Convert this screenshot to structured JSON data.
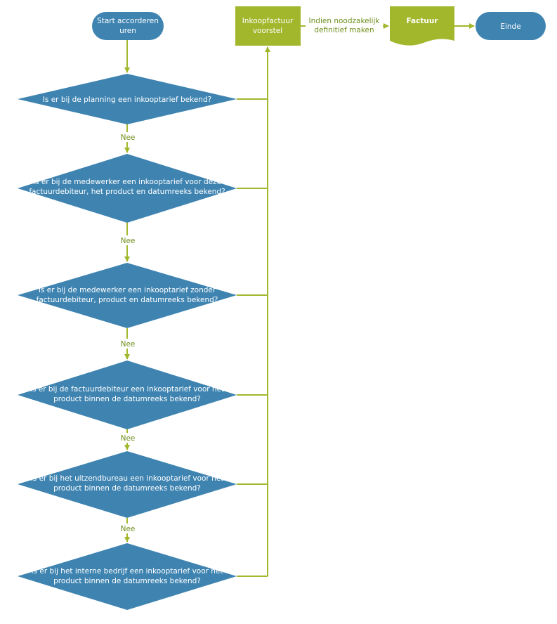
{
  "colors": {
    "blue": "#3f84b1",
    "green": "#a3b72d",
    "text_on_shape": "#ffffff",
    "connector_label": "#6f8f1c"
  },
  "nodes": {
    "start": {
      "lines": [
        "Start accorderen",
        "uren"
      ]
    },
    "invoice_proposal": {
      "lines": [
        "Inkoopfactuur",
        "voorstel"
      ]
    },
    "invoice": {
      "lines": [
        "Factuur"
      ]
    },
    "end": {
      "lines": [
        "Einde"
      ]
    }
  },
  "decisions": [
    {
      "lines": [
        "Is er bij de planning een inkooptarief bekend?"
      ]
    },
    {
      "lines": [
        "Is er bij de medewerker een inkooptarief voor deze",
        "factuurdebiteur, het product en datumreeks bekend?"
      ]
    },
    {
      "lines": [
        "Is er bij de medewerker een inkooptarief zonder",
        "factuurdebiteur, product en datumreeks bekend?"
      ]
    },
    {
      "lines": [
        "Is er bij de factuurdebiteur een inkooptarief voor het",
        "product binnen de datumreeks bekend?"
      ]
    },
    {
      "lines": [
        "Is er bij het uitzendbureau een inkooptarief voor het",
        "product binnen de datumreeks bekend?"
      ]
    },
    {
      "lines": [
        "Is er bij het interne bedrijf een inkooptarief voor het",
        "product binnen de datumreeks bekend?"
      ]
    }
  ],
  "edge_labels": {
    "no": "Nee",
    "finalize": [
      "Indien noodzakelijk",
      "definitief maken"
    ]
  }
}
